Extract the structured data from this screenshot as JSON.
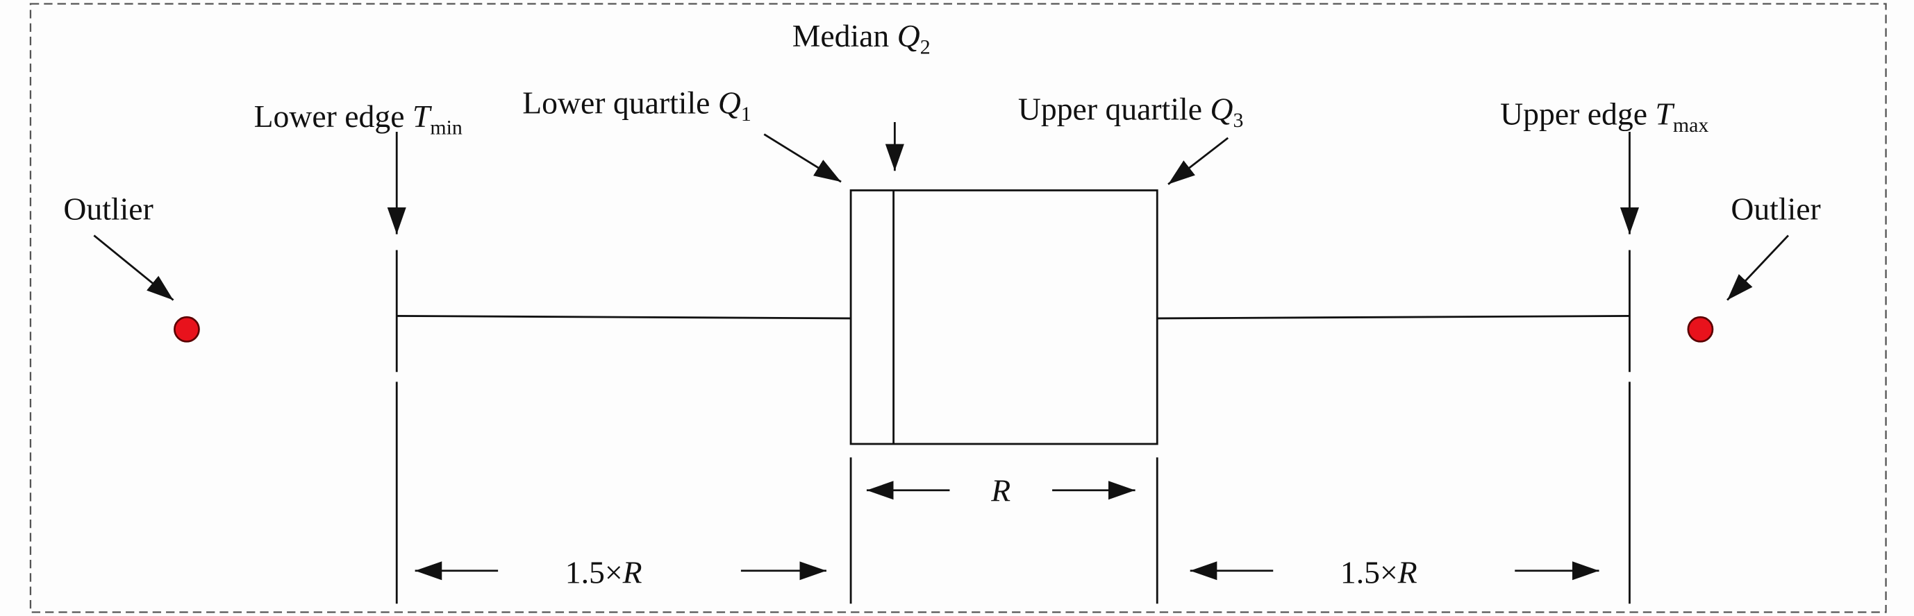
{
  "labels": {
    "median": {
      "text": "Median ",
      "sym": "Q",
      "sub": "2"
    },
    "lower_quartile": {
      "text": "Lower quartile ",
      "sym": "Q",
      "sub": "1"
    },
    "upper_quartile": {
      "text": "Upper quartile ",
      "sym": "Q",
      "sub": "3"
    },
    "lower_edge": {
      "text": "Lower edge ",
      "sym": "T",
      "sub": "min"
    },
    "upper_edge": {
      "text": "Upper edge ",
      "sym": "T",
      "sub": "max"
    },
    "outlier_left": "Outlier",
    "outlier_right": "Outlier",
    "range": "R",
    "whisker_left": {
      "text": "1.5×",
      "sym": "R"
    },
    "whisker_right": {
      "text": "1.5×",
      "sym": "R"
    }
  },
  "colors": {
    "outlier": "#e8121c",
    "line": "#111111",
    "border": "#555555"
  }
}
